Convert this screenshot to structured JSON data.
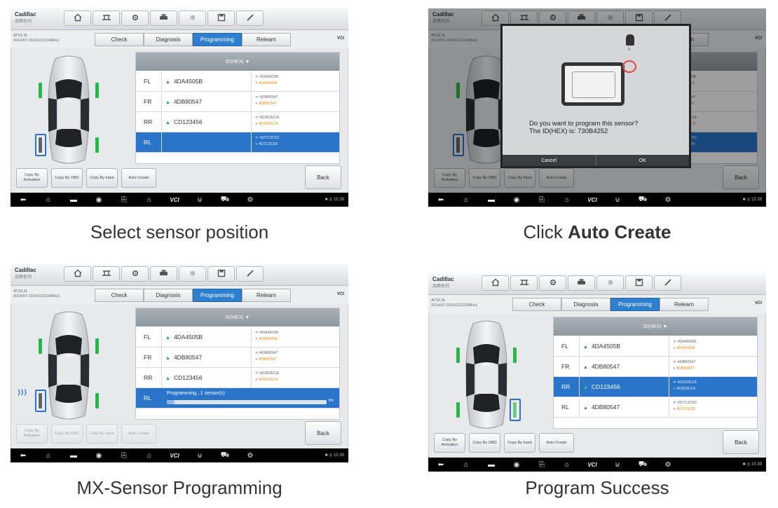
{
  "toolbar_icons": [
    "home-icon",
    "vehicle-lift-icon",
    "gear-icon",
    "printer-icon",
    "circle-icon",
    "save-icon",
    "pen-icon"
  ],
  "brand": {
    "name": "Cadillac",
    "sub": "品牌系列"
  },
  "vehicle_line1": "ATS2.0L",
  "vehicle_line2": "2014/07-2014/12(315MHz)",
  "tabs": [
    "Check",
    "Diagnosis",
    "Programming",
    "Relearn"
  ],
  "vci_label": "VCI",
  "table_header": "ID(HEX)",
  "bottom_buttons": [
    "Copy By Activation",
    "Copy By OBD",
    "Copy By Input",
    "Auto Create"
  ],
  "back_label": "Back",
  "status_text": "■ ◎ 15:39",
  "panels": [
    {
      "caption_plain": "Select sensor position",
      "caption_bold": "",
      "rows": [
        {
          "pos": "FL",
          "new_id": "4DA4505B",
          "orig_id": "4DA4505B",
          "orig_id2": "4DA4505A",
          "selected": false
        },
        {
          "pos": "FR",
          "new_id": "4DB80547",
          "orig_id": "4DB80547",
          "orig_id2": "4DB80547",
          "selected": false
        },
        {
          "pos": "RR",
          "new_id": "CD123456",
          "orig_id": "4D352ECA",
          "orig_id2": "4D352ECA",
          "selected": false
        },
        {
          "pos": "RL",
          "new_id": "",
          "orig_id": "4D7C3C83",
          "orig_id2": "4D7C3C83",
          "selected": true
        }
      ]
    },
    {
      "caption_plain": "Click ",
      "caption_bold": "Auto Create",
      "dialog": {
        "question": "Do you want to program this sensor?",
        "id_line": "The ID(HEX) is: 730B4252",
        "cancel": "Cancel",
        "ok": "OK"
      }
    },
    {
      "caption_plain": "MX-Sensor Programming",
      "caption_bold": "",
      "progress_text": "Programming...1 sensor(s)",
      "progress_fraction": 0.05,
      "progress_label": "5%"
    },
    {
      "caption_plain": "Program Success",
      "caption_bold": "",
      "rows": [
        {
          "pos": "FL",
          "new_id": "4DA4505B",
          "orig_id": "4DA4505B",
          "orig_id2": "4DA4505A",
          "selected": false
        },
        {
          "pos": "FR",
          "new_id": "4DB80547",
          "orig_id": "4DB80547",
          "orig_id2": "4DB80547",
          "selected": false
        },
        {
          "pos": "RR",
          "new_id": "CD123456",
          "orig_id": "4D352ECA",
          "orig_id2": "4D352ECA",
          "selected": true
        },
        {
          "pos": "RL",
          "new_id": "4DB80547",
          "orig_id": "4D7C3C83",
          "orig_id2": "4D7C3C83",
          "selected": false
        }
      ]
    }
  ]
}
